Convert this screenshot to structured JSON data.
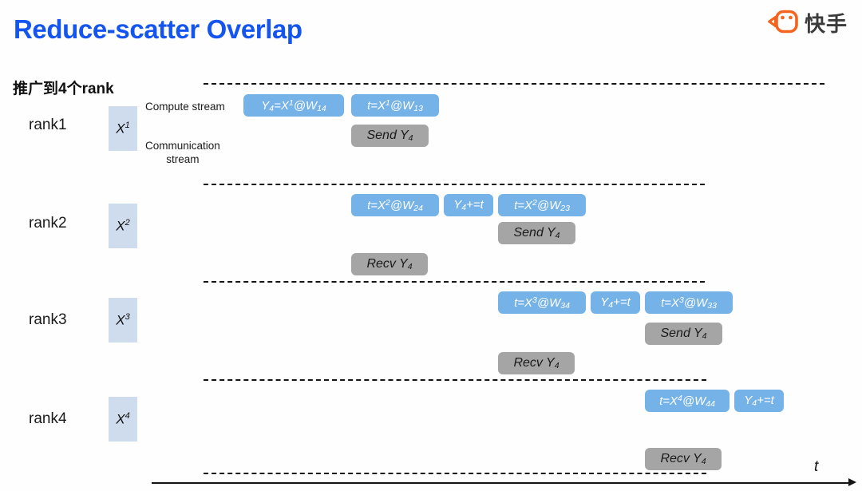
{
  "header": {
    "title": "Reduce-scatter Overlap",
    "logo_text": "快手",
    "logo_icon": "kuaishou-camera-icon",
    "title_color": "#1455f0",
    "logo_color": "#f4641e"
  },
  "subtitle": "推广到4个rank",
  "stream_labels": {
    "compute": "Compute  stream",
    "communication_line1": "Communication",
    "communication_line2": "stream"
  },
  "axis": {
    "caption": "t"
  },
  "colors": {
    "compute_box": "#74b2e8",
    "comm_box": "#a5a5a5",
    "x_box": "#cfdcee",
    "dashed_line": "#141414"
  },
  "ranks": [
    {
      "label": "rank1",
      "x_symbol": "X",
      "x_superscript": "1",
      "compute": [
        {
          "text_html": "Y<sub>4</sub>=X<sup>1</sup>@W<sub>14</sub>",
          "plain": "Y4=X1@W14"
        },
        {
          "text_html": "t=X<sup>1</sup>@W<sub>13</sub>",
          "plain": "t=X1@W13"
        }
      ],
      "comm": [
        {
          "text_html": "Send Y<sub>4</sub>",
          "plain": "Send Y4"
        }
      ]
    },
    {
      "label": "rank2",
      "x_symbol": "X",
      "x_superscript": "2",
      "compute": [
        {
          "text_html": "t=X<sup>2</sup>@W<sub>24</sub>",
          "plain": "t=X2@W24"
        },
        {
          "text_html": "Y<sub>4</sub>+=t",
          "plain": "Y4+=t"
        },
        {
          "text_html": "t=X<sup>2</sup>@W<sub>23</sub>",
          "plain": "t=X2@W23"
        }
      ],
      "comm": [
        {
          "text_html": "Send Y<sub>4</sub>",
          "plain": "Send Y4"
        },
        {
          "text_html": "Recv Y<sub>4</sub>",
          "plain": "Recv Y4"
        }
      ]
    },
    {
      "label": "rank3",
      "x_symbol": "X",
      "x_superscript": "3",
      "compute": [
        {
          "text_html": "t=X<sup>3</sup>@W<sub>34</sub>",
          "plain": "t=X3@W34"
        },
        {
          "text_html": "Y<sub>4</sub>+=t",
          "plain": "Y4+=t"
        },
        {
          "text_html": "t=X<sup>3</sup>@W<sub>33</sub>",
          "plain": "t=X3@W33"
        }
      ],
      "comm": [
        {
          "text_html": "Send Y<sub>4</sub>",
          "plain": "Send Y4"
        },
        {
          "text_html": "Recv Y<sub>4</sub>",
          "plain": "Recv Y4"
        }
      ]
    },
    {
      "label": "rank4",
      "x_symbol": "X",
      "x_superscript": "4",
      "compute": [
        {
          "text_html": "t=X<sup>4</sup>@W<sub>44</sub>",
          "plain": "t=X4@W44"
        },
        {
          "text_html": "Y<sub>4</sub>+=t",
          "plain": "Y4+=t"
        }
      ],
      "comm": [
        {
          "text_html": "Recv Y<sub>4</sub>",
          "plain": "Recv Y4"
        }
      ]
    }
  ]
}
